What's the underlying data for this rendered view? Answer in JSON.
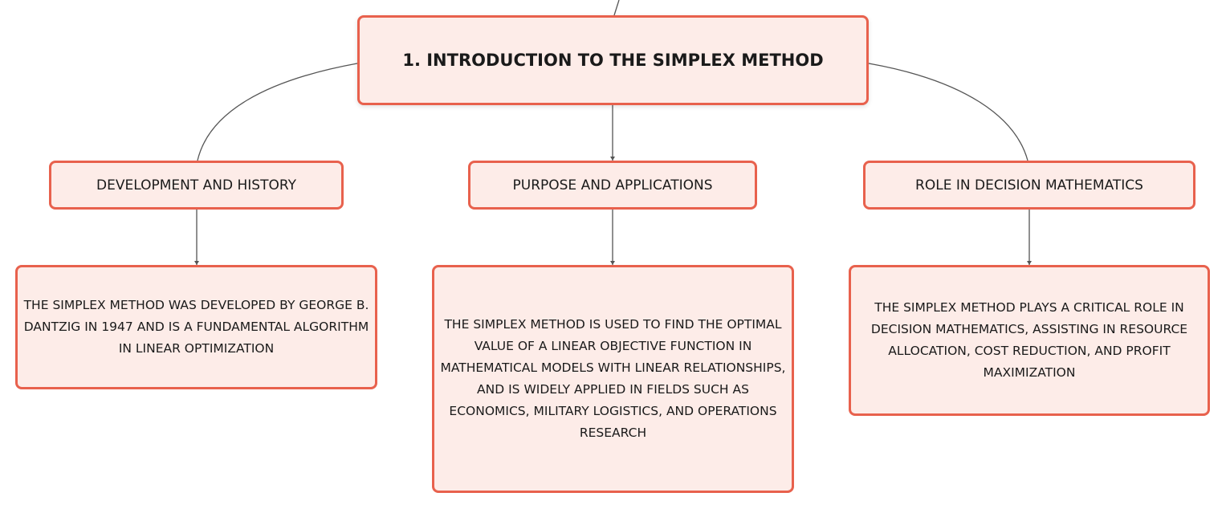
{
  "diagram": {
    "root": {
      "label": "1. INTRODUCTION TO THE SIMPLEX METHOD"
    },
    "topics": [
      {
        "label": "DEVELOPMENT AND HISTORY",
        "detail": "THE SIMPLEX METHOD WAS DEVELOPED BY GEORGE B. DANTZIG IN 1947 AND IS A FUNDAMENTAL ALGORITHM IN LINEAR OPTIMIZATION"
      },
      {
        "label": "PURPOSE AND APPLICATIONS",
        "detail": "THE SIMPLEX METHOD IS USED TO FIND THE OPTIMAL VALUE OF A LINEAR OBJECTIVE FUNCTION IN MATHEMATICAL MODELS WITH LINEAR RELATIONSHIPS, AND IS WIDELY APPLIED IN FIELDS SUCH AS ECONOMICS, MILITARY LOGISTICS, AND OPERATIONS RESEARCH"
      },
      {
        "label": "ROLE IN DECISION MATHEMATICS",
        "detail": "THE SIMPLEX METHOD PLAYS A CRITICAL ROLE IN DECISION MATHEMATICS, ASSISTING IN RESOURCE ALLOCATION, COST REDUCTION, AND PROFIT MAXIMIZATION"
      }
    ],
    "colors": {
      "node_fill": "#fdece8",
      "node_border": "#e8614d",
      "connector": "#555555",
      "text": "#1a1a1a"
    }
  }
}
